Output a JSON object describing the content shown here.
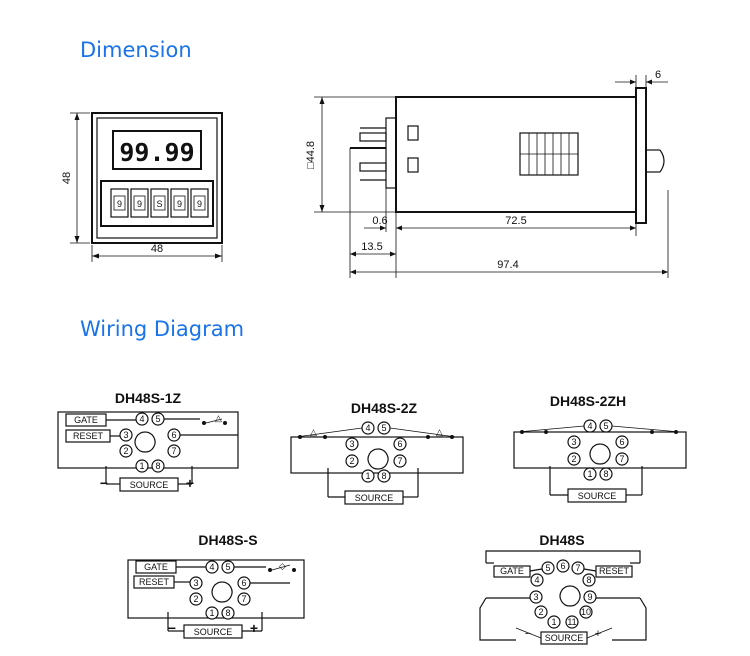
{
  "headings": {
    "dimension": "Dimension",
    "wiring": "Wiring Diagram"
  },
  "front_view": {
    "display": "99.99",
    "digits": [
      "9",
      "9",
      "S",
      "9",
      "9"
    ],
    "height": "48",
    "width": "48"
  },
  "side_view": {
    "panel_thickness": "6",
    "body_height": "□44.8",
    "gap": "0.6",
    "body_length": "72.5",
    "pins": "13.5",
    "total_length": "97.4"
  },
  "models": {
    "m1": {
      "name": "DH48S-1Z",
      "gate": "GATE",
      "reset": "RESET",
      "source": "SOURCE",
      "minus": "−",
      "plus": "+",
      "pins": [
        "4",
        "5",
        "3",
        "6",
        "2",
        "7",
        "1",
        "8"
      ]
    },
    "m2": {
      "name": "DH48S-2Z",
      "source": "SOURCE",
      "pins": [
        "4",
        "5",
        "3",
        "6",
        "2",
        "7",
        "1",
        "8"
      ]
    },
    "m3": {
      "name": "DH48S-2ZH",
      "source": "SOURCE",
      "pins": [
        "4",
        "5",
        "3",
        "6",
        "2",
        "7",
        "1",
        "8"
      ]
    },
    "m4": {
      "name": "DH48S-S",
      "gate": "GATE",
      "reset": "RESET",
      "source": "SOURCE",
      "minus": "−",
      "plus": "+",
      "pins": [
        "4",
        "5",
        "3",
        "6",
        "2",
        "7",
        "1",
        "8"
      ]
    },
    "m5": {
      "name": "DH48S",
      "gate": "GATE",
      "reset": "RESET",
      "source": "SOURCE",
      "minus": "−",
      "plus": "+",
      "pins": [
        "5",
        "6",
        "7",
        "4",
        "8",
        "3",
        "9",
        "2",
        "10",
        "1",
        "11"
      ]
    }
  }
}
